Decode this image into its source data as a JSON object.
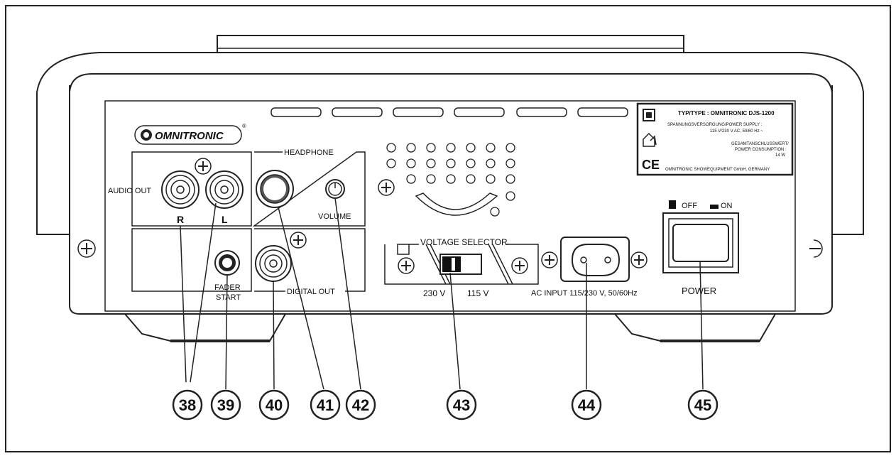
{
  "brand": {
    "name": "OMNITRONIC",
    "registered": "®"
  },
  "labels": {
    "audio_out": "AUDIO OUT",
    "r": "R",
    "l": "L",
    "headphone": "HEADPHONE",
    "volume": "VOLUME",
    "fader_start_1": "FADER",
    "fader_start_2": "START",
    "digital_out": "DIGITAL OUT",
    "voltage_selector": "VOLTAGE SELECTOR",
    "v230": "230 V",
    "v115": "115 V",
    "ac_input": "AC INPUT 115/230 V, 50/60Hz",
    "off": "OFF",
    "on": "ON",
    "power": "POWER"
  },
  "type_plate": {
    "type_line": "TYP/TYPE : OMNITRONIC DJS-1200",
    "supply_line1": "SPANNUNGSVERSORGUNG/POWER SUPPLY :",
    "supply_line2": "115 V/230 V AC, 50/60 Hz ~",
    "consumption_line1": "GESAMTANSCHLUSSWERT/",
    "consumption_line2": "POWER CONSUMPTION :",
    "consumption_value": "14 W",
    "manufacturer": "OMNITRONIC SHOWEQUIPMENT GmbH, GERMANY",
    "ce_mark": "CE"
  },
  "callouts": [
    "38",
    "39",
    "40",
    "41",
    "42",
    "43",
    "44",
    "45"
  ]
}
